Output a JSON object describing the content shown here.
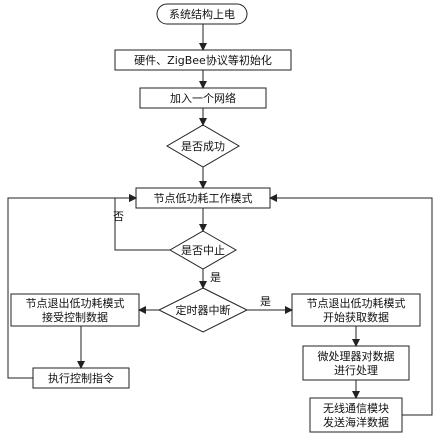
{
  "flowchart": {
    "start": "系统结构上电",
    "init": "硬件、ZigBee协议等初始化",
    "join": "加入一个网络",
    "decision_success": "是否成功",
    "low_power": "节点低功耗工作模式",
    "decision_interrupt": "是否中止",
    "decision_timer": "定时器中断",
    "left_box_line1": "节点退出低功耗模式",
    "left_box_line2": "接受控制数据",
    "right_box_line1": "节点退出低功耗模式",
    "right_box_line2": "开始获取数据",
    "execute": "执行控制指令",
    "process_line1": "微处理器对数据",
    "process_line2": "进行处理",
    "wireless_line1": "无线通信模块",
    "wireless_line2": "发送海洋数据",
    "label_no": "否",
    "label_yes_1": "是",
    "label_yes_2": "是"
  }
}
